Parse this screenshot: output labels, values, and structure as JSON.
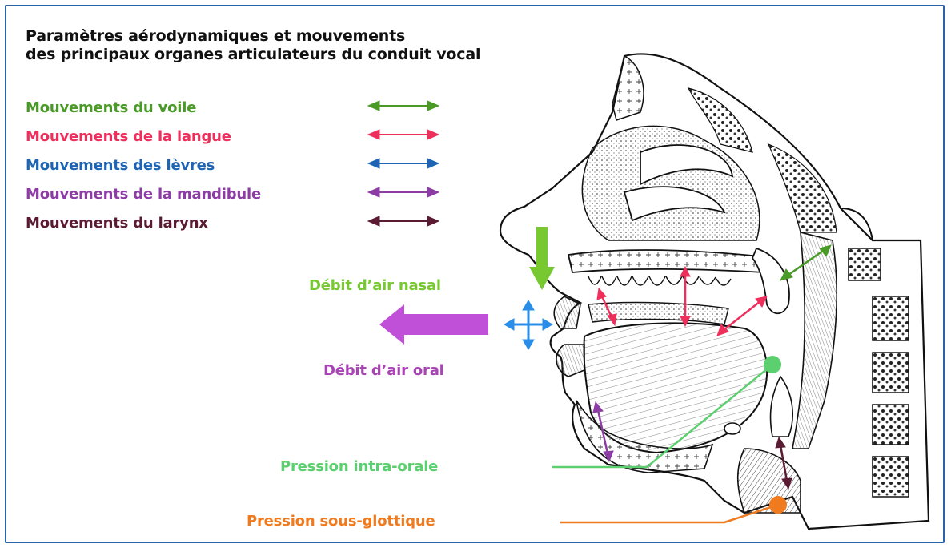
{
  "title": {
    "line1": "Paramètres aérodynamiques et mouvements",
    "line2": "des principaux organes articulateurs du conduit vocal"
  },
  "legend": [
    {
      "label": "Mouvements du voile",
      "color": "#4a9a28"
    },
    {
      "label": "Mouvements de la langue",
      "color": "#ee2f5c"
    },
    {
      "label": "Mouvements des lèvres",
      "color": "#1e64b4"
    },
    {
      "label": "Mouvements de la mandibule",
      "color": "#8c3ca4"
    },
    {
      "label": "Mouvements du larynx",
      "color": "#5a1a32"
    }
  ],
  "callouts": {
    "nasal": {
      "label": "Débit d’air nasal",
      "color": "#78c832"
    },
    "oral": {
      "label": "Débit d’air oral",
      "color": "#a844b4"
    },
    "intra_orale": {
      "label": "Pression intra-orale",
      "color": "#5ccf6e"
    },
    "sous_glottique": {
      "label": "Pression sous-glottique",
      "color": "#f07a1e"
    }
  },
  "colors": {
    "frame_border": "#2a64a8",
    "lips_cross": "#2a8ee8",
    "oral_arrow": "#c050d8"
  }
}
